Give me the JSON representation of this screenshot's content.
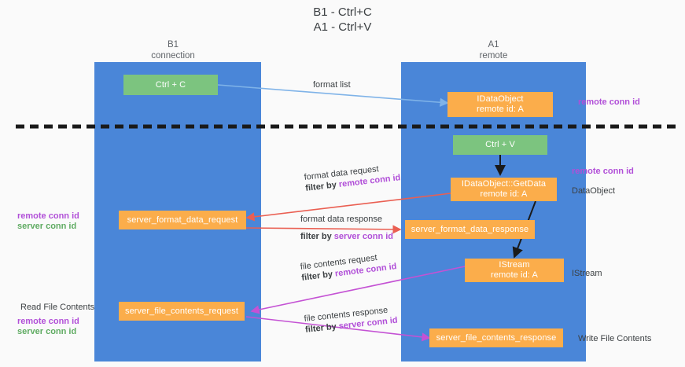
{
  "title": "B1 - Ctrl+C\nA1 - Ctrl+V",
  "columns": [
    {
      "name": "B1",
      "sub": "connection",
      "header": "B1\nconnection"
    },
    {
      "name": "A1",
      "sub": "remote",
      "header": "A1\nremote"
    }
  ],
  "nodes": {
    "ctrl_c": {
      "line1": "Ctrl + C",
      "line2": "",
      "color": "#7cc47f"
    },
    "idataobject": {
      "line1": "IDataObject",
      "line2": "remote id: A",
      "color": "#fbad4b"
    },
    "ctrl_v": {
      "line1": "Ctrl + V",
      "line2": "",
      "color": "#7cc47f"
    },
    "getdata": {
      "line1": "IDataObject::GetData",
      "line2": "remote id: A",
      "color": "#fbad4b"
    },
    "fmt_req": {
      "line1": "server_format_data_request",
      "line2": "",
      "color": "#fbad4b"
    },
    "fmt_resp": {
      "line1": "server_format_data_response",
      "line2": "",
      "color": "#fbad4b"
    },
    "istream": {
      "line1": "IStream",
      "line2": "remote id: A",
      "color": "#fbad4b"
    },
    "file_req": {
      "line1": "server_file_contents_request",
      "line2": "",
      "color": "#fbad4b"
    },
    "file_resp": {
      "line1": "server_file_contents_response",
      "line2": "",
      "color": "#fbad4b"
    }
  },
  "edge_labels": {
    "format_list": {
      "line1": "format list",
      "line2": "",
      "line2_tail": ""
    },
    "format_data_request": {
      "line1": "format data request",
      "line2_head": "filter by ",
      "line2_tail": "remote conn id"
    },
    "format_data_response": {
      "line1": "format data response",
      "line2_head": "filter by ",
      "line2_tail": "server conn id"
    },
    "file_contents_request": {
      "line1": "file contents request",
      "line2_head": "filter by ",
      "line2_tail": "remote conn id"
    },
    "file_contents_response": {
      "line1": "file contents response",
      "line2_head": "filter by ",
      "line2_tail": "server conn id"
    }
  },
  "side_labels": {
    "right_remote_conn_top": "remote conn id",
    "right_remote_conn_mid": "remote conn id",
    "right_dataobject": "DataObject",
    "right_istream": "IStream",
    "right_write_file": "Write File Contents",
    "left_remote_conn": "remote conn id",
    "left_server_conn": "server conn id",
    "left_read_file": "Read File Contents",
    "left_remote_conn2": "remote conn id",
    "left_server_conn2": "server conn id"
  },
  "colors": {
    "lane": "#4a86d8",
    "orange": "#fbad4b",
    "green": "#7cc47f",
    "purple": "#b14fd8",
    "green_text": "#5fab62",
    "red_arrow": "#ea5f52",
    "blue_arrow": "#7fb3e8",
    "magenta_arrow": "#c452d4",
    "black": "#1a1a1a",
    "background": "#fafafa"
  }
}
